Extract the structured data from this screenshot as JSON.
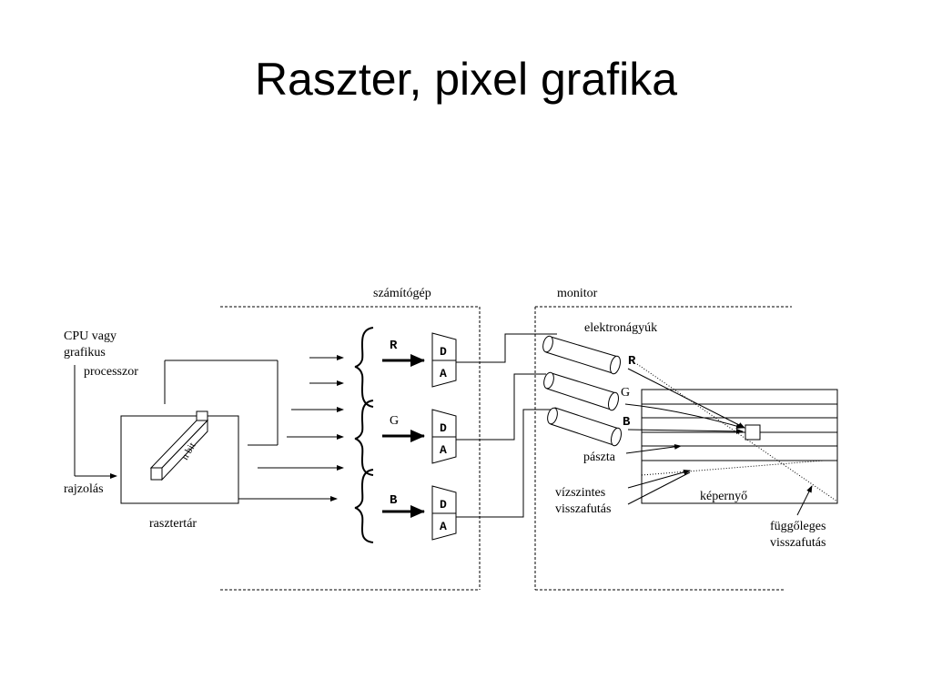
{
  "slide": {
    "title": "Raszter, pixel grafika"
  },
  "diagram": {
    "sections": {
      "computer": "számítógép",
      "monitor": "monitor"
    },
    "labels": {
      "cpu_line1": "CPU vagy",
      "cpu_line2": "grafikus",
      "cpu_line3": "processzor",
      "drawing": "rajzolás",
      "framebuffer": "rasztertár",
      "nbit": "n bit",
      "electron_guns": "elektronágyúk",
      "scanline": "pászta",
      "h_retrace_line1": "vízszintes",
      "h_retrace_line2": "visszafutás",
      "screen": "képernyő",
      "v_retrace_line1": "függőleges",
      "v_retrace_line2": "visszafutás"
    },
    "channels": [
      {
        "name": "R",
        "da_top": "D",
        "da_bottom": "A",
        "gun": "R"
      },
      {
        "name": "G",
        "da_top": "D",
        "da_bottom": "A",
        "gun": "G"
      },
      {
        "name": "B",
        "da_top": "D",
        "da_bottom": "A",
        "gun": "B"
      }
    ]
  }
}
